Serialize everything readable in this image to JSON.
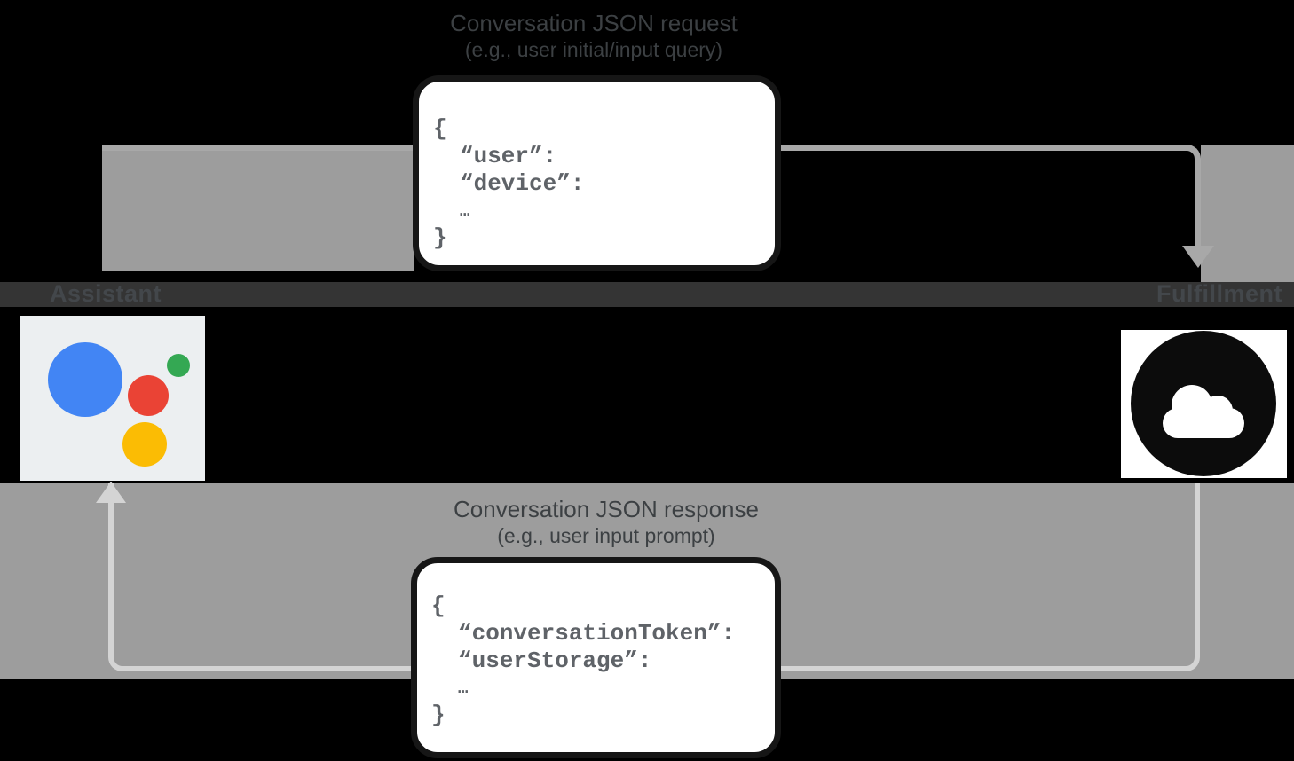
{
  "diagram": {
    "request": {
      "title_line1": "Conversation JSON request",
      "title_line2": "(e.g., user initial/input query)",
      "code": [
        "{",
        "“user”:",
        "“device”:",
        "…",
        "}"
      ]
    },
    "response": {
      "title_line1": "Conversation JSON response",
      "title_line2": "(e.g., user input prompt)",
      "code": [
        "{",
        "“conversationToken”:",
        "“userStorage”:",
        "…",
        "}"
      ]
    },
    "actors": {
      "left": "Assistant",
      "right": "Fulfillment"
    },
    "colors": {
      "assistant_blue": "#4285f4",
      "assistant_green": "#34a853",
      "assistant_red": "#ea4335",
      "assistant_yellow": "#fbbc04",
      "slab_gray": "#9d9d9d",
      "actor_band": "#343434",
      "request_arrow": "#a8a8a8",
      "response_arrow": "#d4d4d4",
      "label_text": "#3c4043",
      "code_text": "#5f6368",
      "cloud_icon": "#0c0c0c"
    }
  }
}
